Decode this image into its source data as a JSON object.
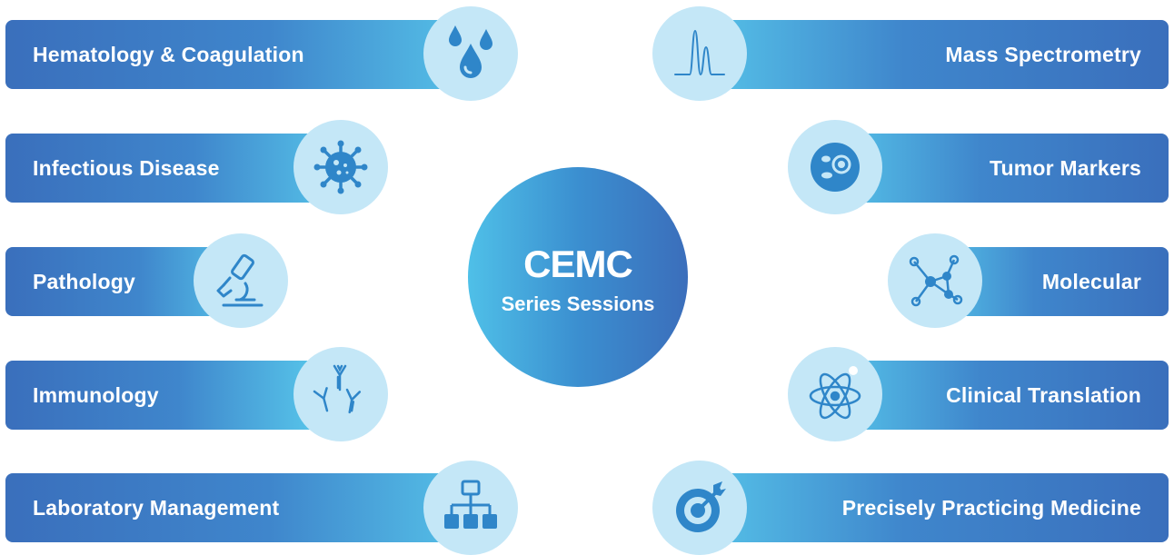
{
  "center": {
    "title": "CEMC",
    "subtitle": "Series Sessions"
  },
  "left_items": [
    {
      "label": "Hematology & Coagulation",
      "icon": "blood-drops-icon"
    },
    {
      "label": "Infectious Disease",
      "icon": "virus-icon"
    },
    {
      "label": "Pathology",
      "icon": "microscope-icon"
    },
    {
      "label": "Immunology",
      "icon": "antibody-icon"
    },
    {
      "label": "Laboratory Management",
      "icon": "org-chart-icon"
    }
  ],
  "right_items": [
    {
      "label": "Mass Spectrometry",
      "icon": "spectrum-peaks-icon"
    },
    {
      "label": "Tumor Markers",
      "icon": "cell-icon"
    },
    {
      "label": "Molecular",
      "icon": "molecule-network-icon"
    },
    {
      "label": "Clinical Translation",
      "icon": "atom-icon"
    },
    {
      "label": "Precisely Practicing Medicine",
      "icon": "target-icon"
    }
  ],
  "colors": {
    "bar_dark": "#3a6fbc",
    "bar_light": "#57c6ea",
    "icon_bg": "#c4e7f7",
    "icon_stroke": "#2f86c9"
  }
}
